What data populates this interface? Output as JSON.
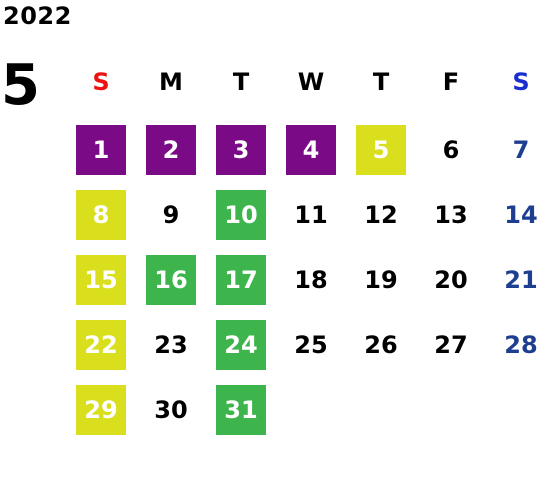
{
  "year": "2022",
  "month": "5",
  "colors": {
    "purple": "#7a0a86",
    "yellow": "#d9df1d",
    "green": "#3eb54c",
    "sunday_header": "#ee1111",
    "saturday_header": "#1b2fd1",
    "saturday_day": "#1e3f8f"
  },
  "weekdays": [
    "S",
    "M",
    "T",
    "W",
    "T",
    "F",
    "S"
  ],
  "weeks": [
    [
      {
        "day": "1",
        "highlight": "purple"
      },
      {
        "day": "2",
        "highlight": "purple"
      },
      {
        "day": "3",
        "highlight": "purple"
      },
      {
        "day": "4",
        "highlight": "purple"
      },
      {
        "day": "5",
        "highlight": "yellow"
      },
      {
        "day": "6",
        "highlight": null
      },
      {
        "day": "7",
        "highlight": null
      }
    ],
    [
      {
        "day": "8",
        "highlight": "yellow"
      },
      {
        "day": "9",
        "highlight": null
      },
      {
        "day": "10",
        "highlight": "green"
      },
      {
        "day": "11",
        "highlight": null
      },
      {
        "day": "12",
        "highlight": null
      },
      {
        "day": "13",
        "highlight": null
      },
      {
        "day": "14",
        "highlight": null
      }
    ],
    [
      {
        "day": "15",
        "highlight": "yellow"
      },
      {
        "day": "16",
        "highlight": "green"
      },
      {
        "day": "17",
        "highlight": "green"
      },
      {
        "day": "18",
        "highlight": null
      },
      {
        "day": "19",
        "highlight": null
      },
      {
        "day": "20",
        "highlight": null
      },
      {
        "day": "21",
        "highlight": null
      }
    ],
    [
      {
        "day": "22",
        "highlight": "yellow"
      },
      {
        "day": "23",
        "highlight": null
      },
      {
        "day": "24",
        "highlight": "green"
      },
      {
        "day": "25",
        "highlight": null
      },
      {
        "day": "26",
        "highlight": null
      },
      {
        "day": "27",
        "highlight": null
      },
      {
        "day": "28",
        "highlight": null
      }
    ],
    [
      {
        "day": "29",
        "highlight": "yellow"
      },
      {
        "day": "30",
        "highlight": null
      },
      {
        "day": "31",
        "highlight": "green"
      },
      {
        "day": "",
        "highlight": null
      },
      {
        "day": "",
        "highlight": null
      },
      {
        "day": "",
        "highlight": null
      },
      {
        "day": "",
        "highlight": null
      }
    ]
  ]
}
